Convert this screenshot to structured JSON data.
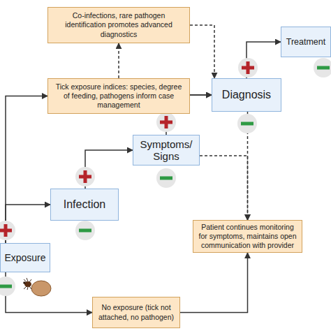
{
  "diagram": {
    "nodes": [
      {
        "text": [
          "Co-infections, rare pathogen identification promotes advanced diagnostics"
        ]
      },
      {
        "text": [
          "Treatment"
        ]
      },
      {
        "text": [
          "Tick exposure indices: species, degree of feeding, pathogens inform case management"
        ]
      },
      {
        "text": [
          "Diagnosis"
        ]
      },
      {
        "text": [
          "Symptoms/ Signs"
        ]
      },
      {
        "text": [
          "Infection"
        ]
      },
      {
        "text": [
          "Patient continues monitoring for symptoms, maintains open communication with provider"
        ]
      },
      {
        "text": [
          "Exposure"
        ]
      },
      {
        "text": [
          "No exposure (tick not attached, no pathogen)"
        ]
      }
    ],
    "edges": [
      {
        "from": 7,
        "to": 2,
        "arrow": "to"
      },
      {
        "from": 7,
        "to": 5,
        "arrow": "to"
      },
      {
        "from": 7,
        "to": 8,
        "arrow": "to"
      },
      {
        "from": 5,
        "to": 4,
        "arrow": "to"
      },
      {
        "from": 4,
        "to": 3,
        "arrow": "to"
      },
      {
        "from": 2,
        "to": 3,
        "arrow": "to"
      },
      {
        "from": 0,
        "to": 3,
        "arrow": "to"
      },
      {
        "from": 2,
        "to": 0,
        "arrow": "to"
      },
      {
        "from": 3,
        "to": 1,
        "arrow": "to"
      },
      {
        "from": 4,
        "to": 6,
        "arrow": "to"
      },
      {
        "from": 3,
        "to": 6,
        "arrow": "to"
      },
      {
        "from": 8,
        "to": 6,
        "arrow": "to"
      }
    ]
  }
}
